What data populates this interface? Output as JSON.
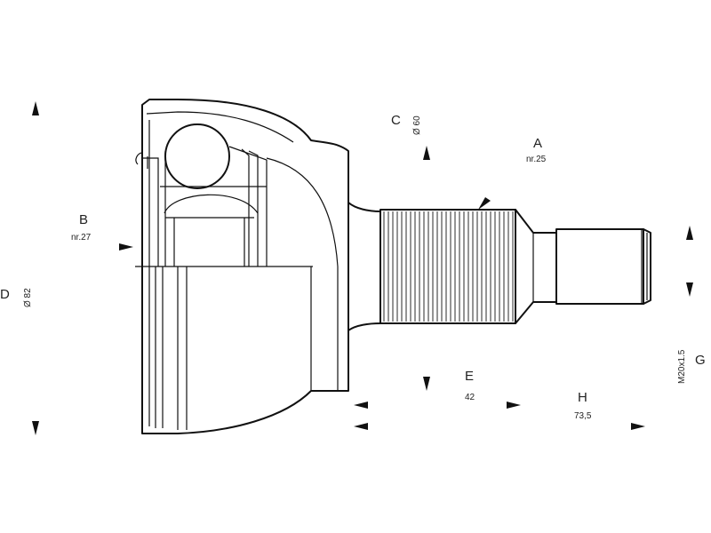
{
  "labels": {
    "A": {
      "letter": "A",
      "value": "nr.25"
    },
    "B": {
      "letter": "B",
      "value": "nr.27"
    },
    "C": {
      "letter": "C",
      "value": "Ø 60"
    },
    "D": {
      "letter": "D",
      "value": "Ø 82"
    },
    "E": {
      "letter": "E",
      "value": "42"
    },
    "G": {
      "letter": "G",
      "value": "M20x1.5"
    },
    "H": {
      "letter": "H",
      "value": "73,5"
    }
  }
}
